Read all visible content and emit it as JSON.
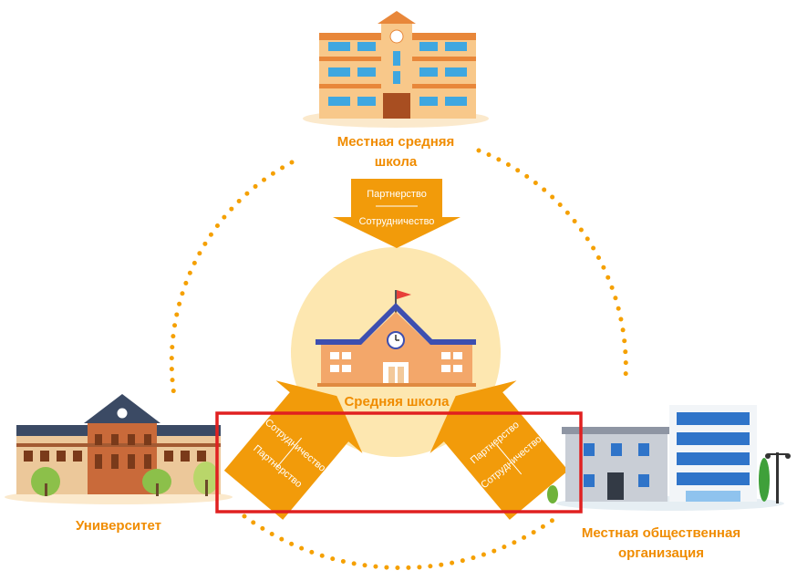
{
  "nodes": {
    "top": {
      "label_line1": "Местная средняя",
      "label_line2": "школа"
    },
    "center": {
      "label": "Средняя школа"
    },
    "left": {
      "label": "Университет"
    },
    "right": {
      "label_line1": "Местная общественная",
      "label_line2": "организация"
    }
  },
  "arrows": {
    "top": {
      "text1": "Партнерство",
      "text2": "Сотрудничество"
    },
    "left": {
      "text1": "Сотрудничество",
      "text2": "Партнерство"
    },
    "right": {
      "text1": "Сотрудничество",
      "text2": "Партнерство"
    }
  },
  "colors": {
    "accent": "#f08c00",
    "circle": "#fde7b0",
    "highlight": "#e02020"
  },
  "icons": [
    "school-building-icon",
    "main-school-icon",
    "university-building-icon",
    "organization-building-icon",
    "street-lamp-icon",
    "tree-icon",
    "flag-icon",
    "clock-icon"
  ]
}
